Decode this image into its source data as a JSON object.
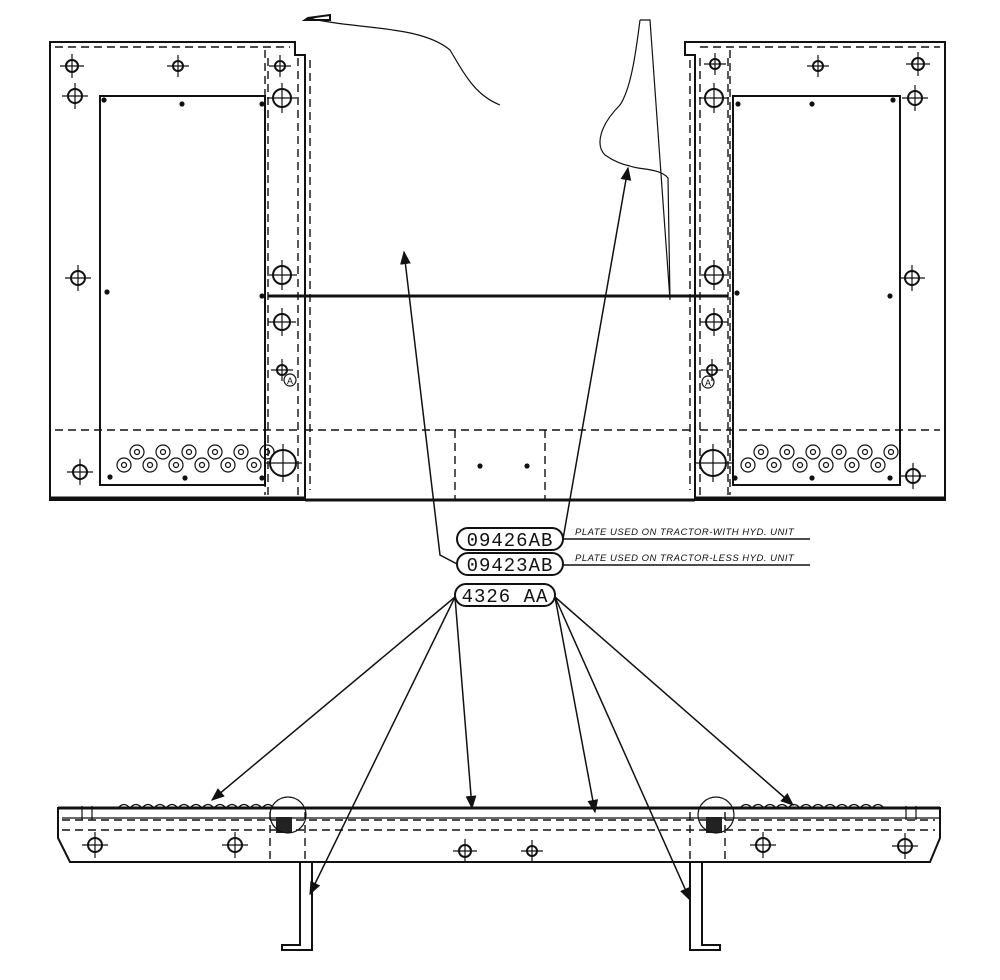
{
  "callouts": [
    {
      "id": "part-09426ab",
      "part_number": "09426AB",
      "note": "PLATE USED ON TRACTOR-WITH HYD. UNIT"
    },
    {
      "id": "part-09423ab",
      "part_number": "09423AB",
      "note": "PLATE USED ON TRACTOR-LESS HYD. UNIT"
    },
    {
      "id": "part-4326aa",
      "part_number": "4326 AA",
      "note": ""
    }
  ],
  "markers": {
    "detail_mark": "A"
  },
  "colors": {
    "ink": "#111111",
    "paper": "#ffffff"
  }
}
